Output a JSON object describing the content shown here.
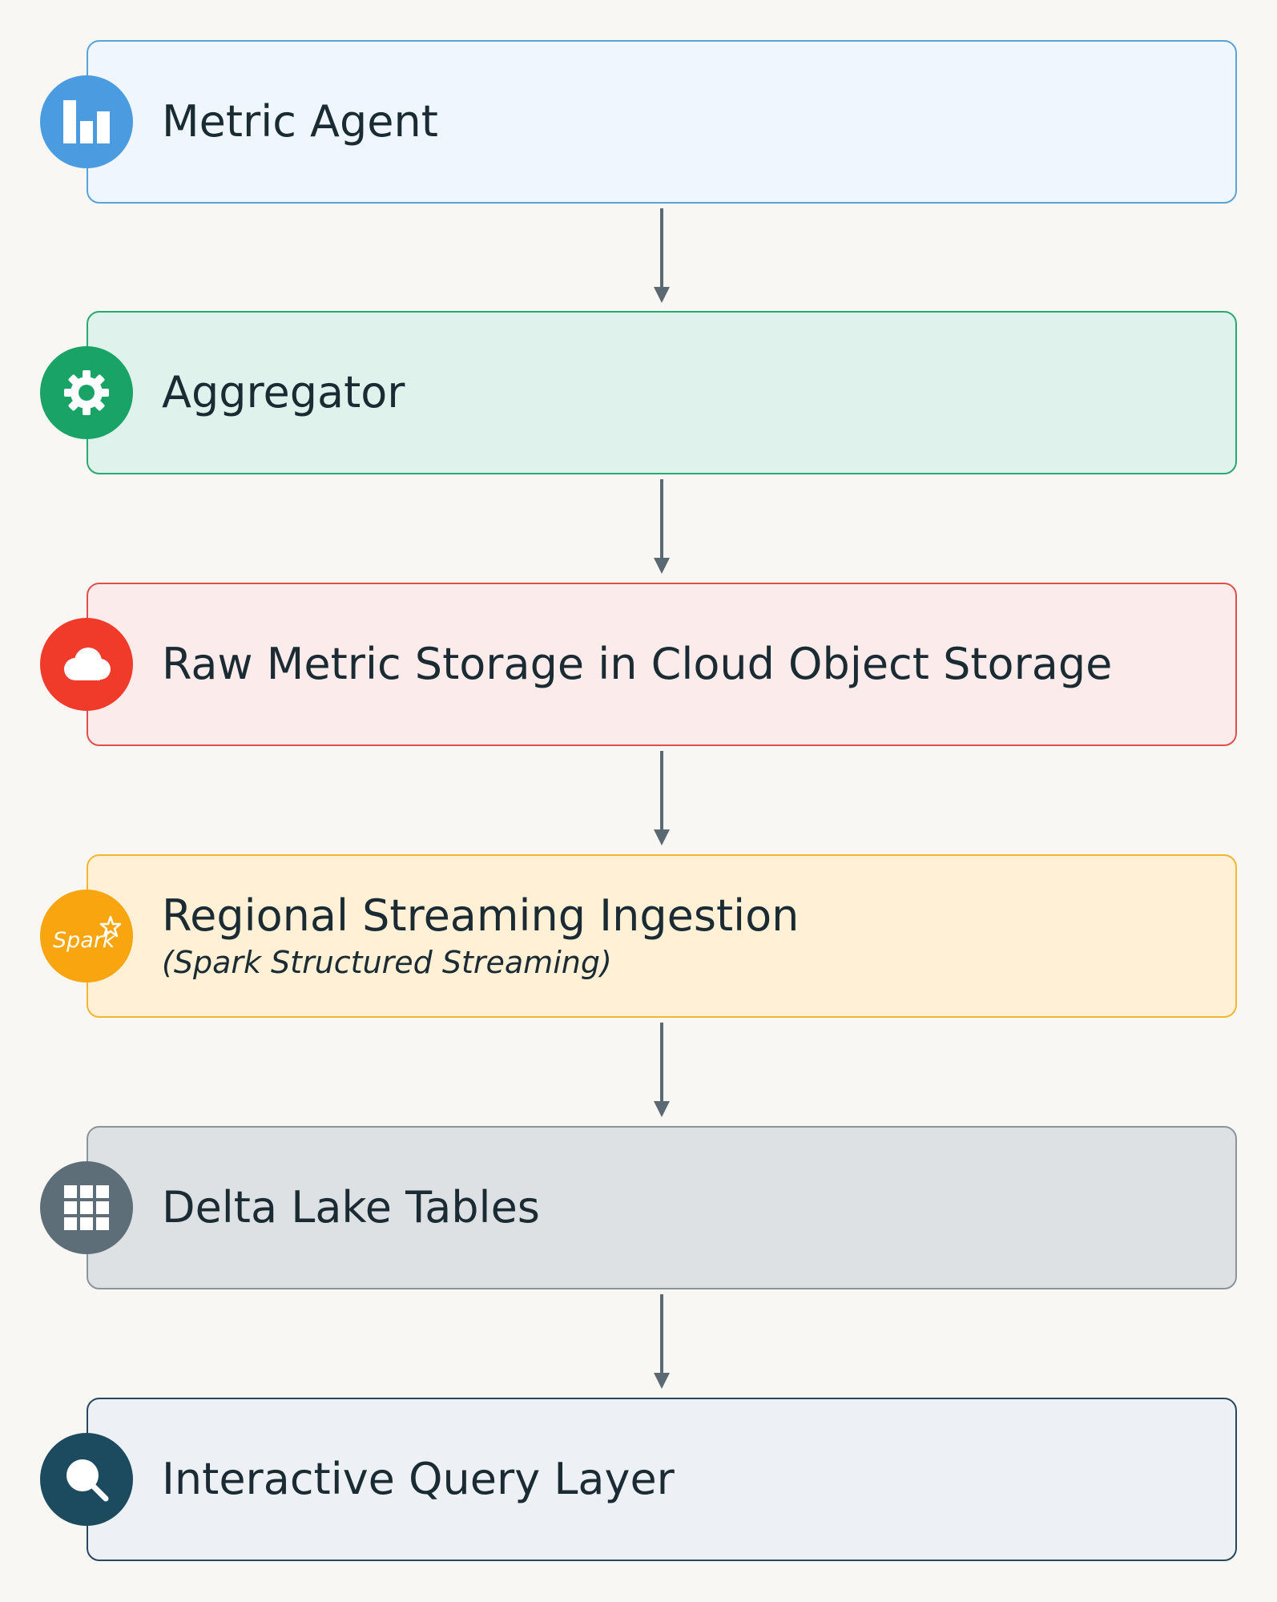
{
  "steps": [
    {
      "title": "Metric Agent",
      "icon": "bar-chart-icon",
      "fill": "#eff6fd",
      "border": "#5aa3d6",
      "badge": "#4a9be0"
    },
    {
      "title": "Aggregator",
      "icon": "gear-icon",
      "fill": "#dff3ec",
      "border": "#2aa871",
      "badge": "#1aa366"
    },
    {
      "title": "Raw Metric Storage in Cloud Object Storage",
      "icon": "cloud-icon",
      "fill": "#fbeceb",
      "border": "#e0504a",
      "badge": "#f03a2a"
    },
    {
      "title": "Regional Streaming Ingestion",
      "subtitle": "(Spark Structured Streaming)",
      "icon": "spark-logo-icon",
      "logo_text": "Spark",
      "fill": "#fff0d6",
      "border": "#f2b632",
      "badge": "#f9a510"
    },
    {
      "title": "Delta Lake Tables",
      "icon": "table-grid-icon",
      "fill": "#dee1e4",
      "border": "#8a949a",
      "badge": "#5e6e78"
    },
    {
      "title": "Interactive Query Layer",
      "icon": "search-icon",
      "fill": "#edf1f6",
      "border": "#29475a",
      "badge": "#1c4a5e"
    }
  ],
  "connector_color": "#5b6a72"
}
